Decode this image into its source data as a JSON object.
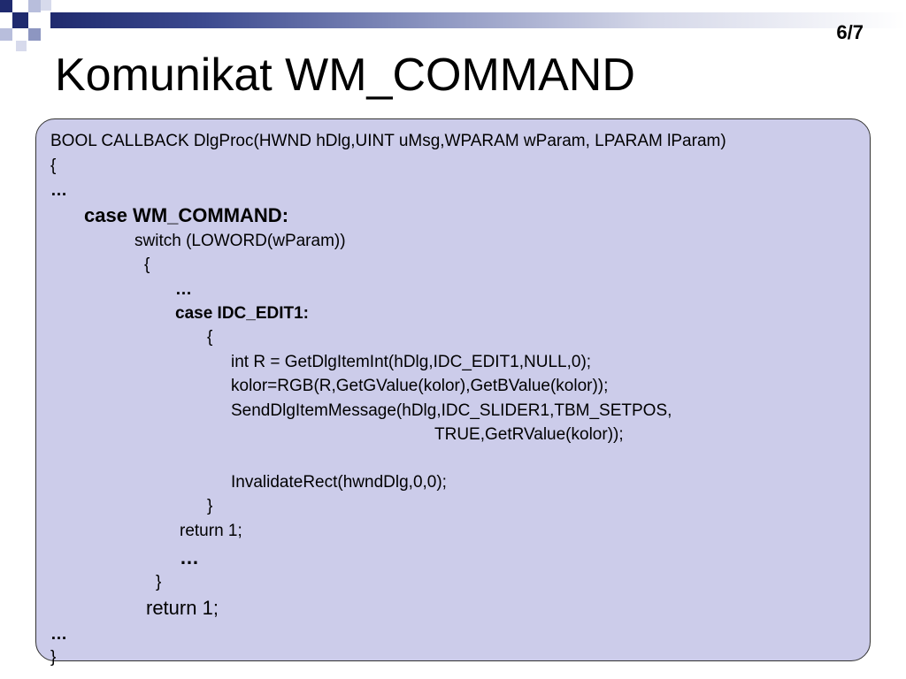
{
  "slide": {
    "page_number": "6/7",
    "title": "Komunikat WM_COMMAND"
  },
  "code": [
    "BOOL CALLBACK DlgProc(HWND hDlg,UINT uMsg,WPARAM wParam, LPARAM lParam)",
    "{",
    "…",
    "case WM_COMMAND:",
    "switch (LOWORD(wParam))",
    "{",
    "…",
    "case IDC_EDIT1:",
    "{",
    "int R = GetDlgItemInt(hDlg,IDC_EDIT1,NULL,0);",
    "kolor=RGB(R,GetGValue(kolor),GetBValue(kolor));",
    "SendDlgItemMessage(hDlg,IDC_SLIDER1,TBM_SETPOS,",
    "TRUE,GetRValue(kolor));",
    "InvalidateRect(hwndDlg,0,0);",
    "}",
    "return 1;",
    "…",
    "}",
    "return 1;",
    "…",
    "}"
  ],
  "colors": {
    "code_background": "#ccccea",
    "band_dark": "#1f2a6e"
  }
}
